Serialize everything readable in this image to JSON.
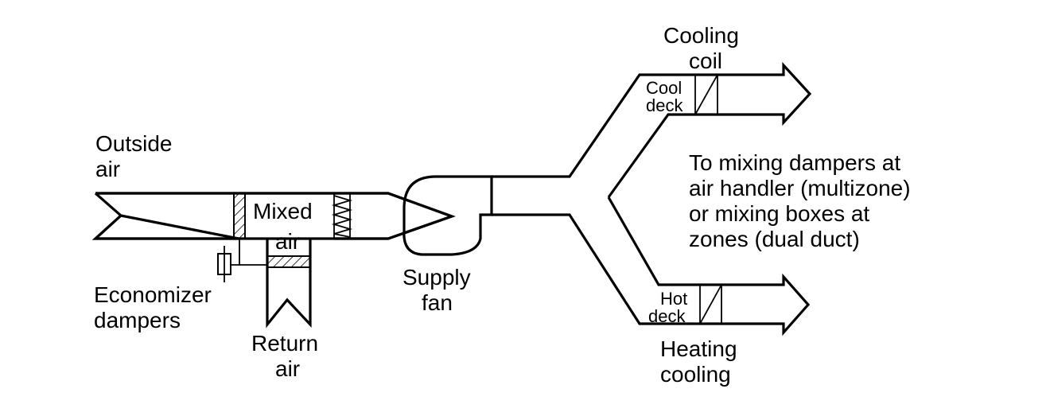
{
  "labels": {
    "outside_air": [
      "Outside",
      "air"
    ],
    "mixed_air": [
      "Mixed",
      "air"
    ],
    "economizer_dampers": [
      "Economizer",
      "dampers"
    ],
    "return_air": [
      "Return",
      "air"
    ],
    "supply_fan": [
      "Supply",
      "fan"
    ],
    "cooling_coil": [
      "Cooling",
      "coil"
    ],
    "cool_deck": [
      "Cool",
      "deck"
    ],
    "hot_deck": [
      "Hot",
      "deck"
    ],
    "heating_cooling": [
      "Heating",
      "cooling"
    ],
    "destination": [
      "To mixing dampers at",
      "air handler (multizone)",
      "or mixing boxes at",
      "zones (dual duct)"
    ]
  },
  "colors": {
    "line": "#000000",
    "background": "#ffffff"
  }
}
